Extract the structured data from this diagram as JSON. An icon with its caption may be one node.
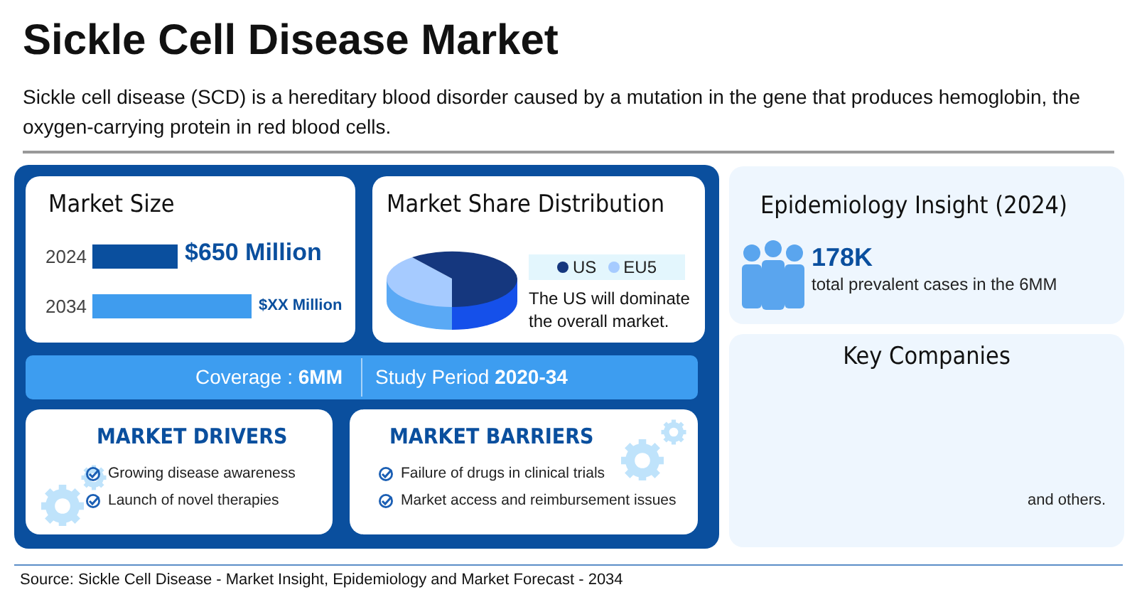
{
  "diagram": {
    "title": "Sickle Cell Disease Market",
    "caption": "Source: Sickle Cell Disease - Market Insight, Epidemiology and Market Forecast - 2034",
    "labels": [
      "Sickle cell disease (SCD) is a hereditary blood disorder caused by a mutation in the gene that produces hemoglobin, the oxygen-carrying protein in red blood cells."
    ],
    "nodes": [
      {
        "text": [
          "Market Size",
          "2024",
          "$650 Million",
          "2034",
          "$XX Million"
        ]
      },
      {
        "text": [
          "Market Share Distribution",
          "The US will dominate the overall market."
        ]
      },
      {
        "text": [
          "Coverage : **6MM**",
          "Study Period **2020-34**"
        ]
      },
      {
        "text": [
          "MARKET DRIVERS",
          "Growing disease awareness",
          "Launch of novel therapies"
        ]
      },
      {
        "text": [
          "MARKET BARRIERS",
          "Failure of drugs in clinical trials",
          "Market access and reimbursement issues"
        ]
      },
      {
        "text": [
          "Epidemiology Insight (2024)",
          "178K",
          "total prevalent cases in the 6MM"
        ]
      },
      {
        "text": [
          "Key Companies",
          "and others."
        ]
      }
    ],
    "edges": [],
    "legend": [
      {
        "text": "US",
        "color": "#15377e"
      },
      {
        "text": "EU5",
        "color": "#a6cbff"
      }
    ]
  }
}
